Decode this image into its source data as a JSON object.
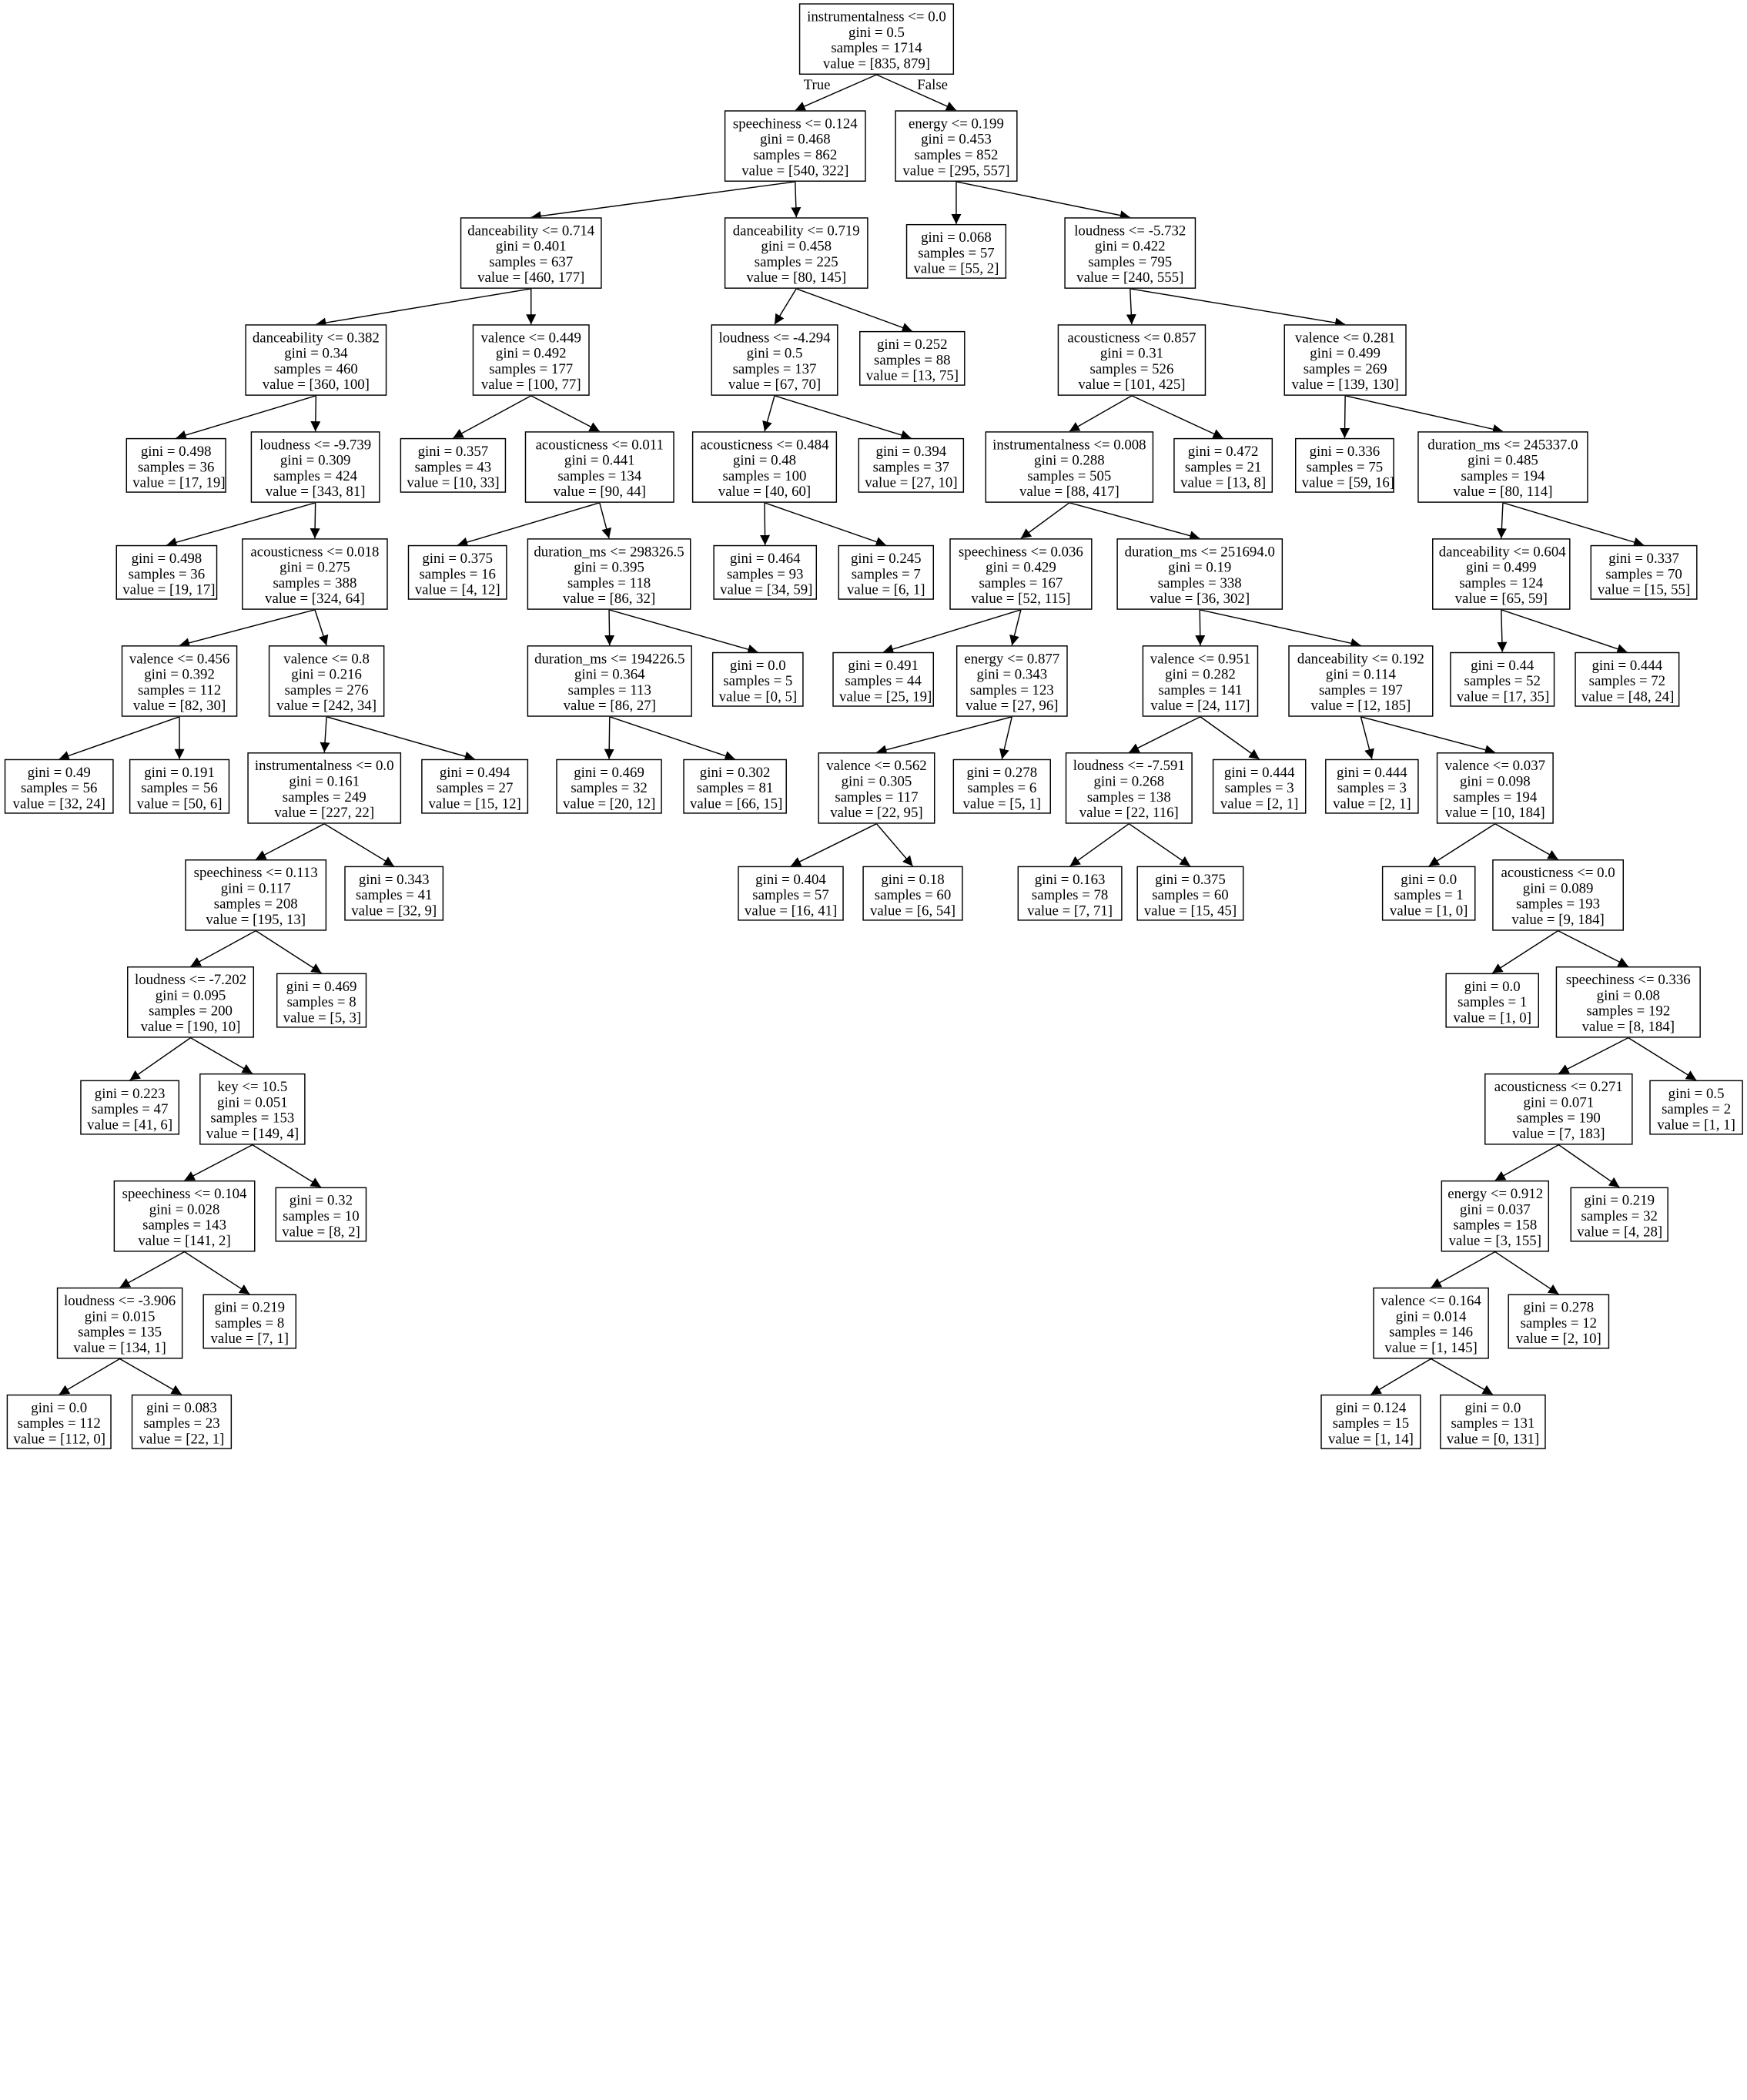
{
  "edge_labels": {
    "true": "True",
    "false": "False"
  },
  "nodes": [
    {
      "id": "n0",
      "condition": "instrumentalness <= 0.0",
      "gini": "gini = 0.5",
      "samples": "samples = 1714",
      "value": "value = [835, 879]"
    },
    {
      "id": "n1",
      "condition": "speechiness <= 0.124",
      "gini": "gini = 0.468",
      "samples": "samples = 862",
      "value": "value = [540, 322]"
    },
    {
      "id": "n2",
      "condition": "energy <= 0.199",
      "gini": "gini = 0.453",
      "samples": "samples = 852",
      "value": "value = [295, 557]"
    },
    {
      "id": "n3",
      "condition": "danceability <= 0.714",
      "gini": "gini = 0.401",
      "samples": "samples = 637",
      "value": "value = [460, 177]"
    },
    {
      "id": "n4",
      "condition": "danceability <= 0.719",
      "gini": "gini = 0.458",
      "samples": "samples = 225",
      "value": "value = [80, 145]"
    },
    {
      "id": "n5",
      "condition": "",
      "gini": "gini = 0.068",
      "samples": "samples = 57",
      "value": "value = [55, 2]"
    },
    {
      "id": "n6",
      "condition": "loudness <= -5.732",
      "gini": "gini = 0.422",
      "samples": "samples = 795",
      "value": "value = [240, 555]"
    },
    {
      "id": "n7",
      "condition": "danceability <= 0.382",
      "gini": "gini = 0.34",
      "samples": "samples = 460",
      "value": "value = [360, 100]"
    },
    {
      "id": "n8",
      "condition": "valence <= 0.449",
      "gini": "gini = 0.492",
      "samples": "samples = 177",
      "value": "value = [100, 77]"
    },
    {
      "id": "n9",
      "condition": "loudness <= -4.294",
      "gini": "gini = 0.5",
      "samples": "samples = 137",
      "value": "value = [67, 70]"
    },
    {
      "id": "n10",
      "condition": "",
      "gini": "gini = 0.252",
      "samples": "samples = 88",
      "value": "value = [13, 75]"
    },
    {
      "id": "n11",
      "condition": "acousticness <= 0.857",
      "gini": "gini = 0.31",
      "samples": "samples = 526",
      "value": "value = [101, 425]"
    },
    {
      "id": "n12",
      "condition": "valence <= 0.281",
      "gini": "gini = 0.499",
      "samples": "samples = 269",
      "value": "value = [139, 130]"
    },
    {
      "id": "n13",
      "condition": "",
      "gini": "gini = 0.498",
      "samples": "samples = 36",
      "value": "value = [17, 19]"
    },
    {
      "id": "n14",
      "condition": "loudness <= -9.739",
      "gini": "gini = 0.309",
      "samples": "samples = 424",
      "value": "value = [343, 81]"
    },
    {
      "id": "n15",
      "condition": "",
      "gini": "gini = 0.357",
      "samples": "samples = 43",
      "value": "value = [10, 33]"
    },
    {
      "id": "n16",
      "condition": "acousticness <= 0.011",
      "gini": "gini = 0.441",
      "samples": "samples = 134",
      "value": "value = [90, 44]"
    },
    {
      "id": "n17",
      "condition": "acousticness <= 0.484",
      "gini": "gini = 0.48",
      "samples": "samples = 100",
      "value": "value = [40, 60]"
    },
    {
      "id": "n18",
      "condition": "",
      "gini": "gini = 0.394",
      "samples": "samples = 37",
      "value": "value = [27, 10]"
    },
    {
      "id": "n19",
      "condition": "instrumentalness <= 0.008",
      "gini": "gini = 0.288",
      "samples": "samples = 505",
      "value": "value = [88, 417]"
    },
    {
      "id": "n20",
      "condition": "",
      "gini": "gini = 0.472",
      "samples": "samples = 21",
      "value": "value = [13, 8]"
    },
    {
      "id": "n21",
      "condition": "",
      "gini": "gini = 0.336",
      "samples": "samples = 75",
      "value": "value = [59, 16]"
    },
    {
      "id": "n22",
      "condition": "duration_ms <= 245337.0",
      "gini": "gini = 0.485",
      "samples": "samples = 194",
      "value": "value = [80, 114]"
    },
    {
      "id": "n23",
      "condition": "",
      "gini": "gini = 0.498",
      "samples": "samples = 36",
      "value": "value = [19, 17]"
    },
    {
      "id": "n24",
      "condition": "acousticness <= 0.018",
      "gini": "gini = 0.275",
      "samples": "samples = 388",
      "value": "value = [324, 64]"
    },
    {
      "id": "n25",
      "condition": "",
      "gini": "gini = 0.375",
      "samples": "samples = 16",
      "value": "value = [4, 12]"
    },
    {
      "id": "n26",
      "condition": "duration_ms <= 298326.5",
      "gini": "gini = 0.395",
      "samples": "samples = 118",
      "value": "value = [86, 32]"
    },
    {
      "id": "n27",
      "condition": "",
      "gini": "gini = 0.464",
      "samples": "samples = 93",
      "value": "value = [34, 59]"
    },
    {
      "id": "n28",
      "condition": "",
      "gini": "gini = 0.245",
      "samples": "samples = 7",
      "value": "value = [6, 1]"
    },
    {
      "id": "n29",
      "condition": "speechiness <= 0.036",
      "gini": "gini = 0.429",
      "samples": "samples = 167",
      "value": "value = [52, 115]"
    },
    {
      "id": "n30",
      "condition": "duration_ms <= 251694.0",
      "gini": "gini = 0.19",
      "samples": "samples = 338",
      "value": "value = [36, 302]"
    },
    {
      "id": "n31",
      "condition": "danceability <= 0.604",
      "gini": "gini = 0.499",
      "samples": "samples = 124",
      "value": "value = [65, 59]"
    },
    {
      "id": "n32",
      "condition": "",
      "gini": "gini = 0.337",
      "samples": "samples = 70",
      "value": "value = [15, 55]"
    },
    {
      "id": "n33",
      "condition": "valence <= 0.456",
      "gini": "gini = 0.392",
      "samples": "samples = 112",
      "value": "value = [82, 30]"
    },
    {
      "id": "n34",
      "condition": "valence <= 0.8",
      "gini": "gini = 0.216",
      "samples": "samples = 276",
      "value": "value = [242, 34]"
    },
    {
      "id": "n35",
      "condition": "duration_ms <= 194226.5",
      "gini": "gini = 0.364",
      "samples": "samples = 113",
      "value": "value = [86, 27]"
    },
    {
      "id": "n36",
      "condition": "",
      "gini": "gini = 0.0",
      "samples": "samples = 5",
      "value": "value = [0, 5]"
    },
    {
      "id": "n37",
      "condition": "",
      "gini": "gini = 0.491",
      "samples": "samples = 44",
      "value": "value = [25, 19]"
    },
    {
      "id": "n38",
      "condition": "energy <= 0.877",
      "gini": "gini = 0.343",
      "samples": "samples = 123",
      "value": "value = [27, 96]"
    },
    {
      "id": "n39",
      "condition": "valence <= 0.951",
      "gini": "gini = 0.282",
      "samples": "samples = 141",
      "value": "value = [24, 117]"
    },
    {
      "id": "n40",
      "condition": "danceability <= 0.192",
      "gini": "gini = 0.114",
      "samples": "samples = 197",
      "value": "value = [12, 185]"
    },
    {
      "id": "n41",
      "condition": "",
      "gini": "gini = 0.44",
      "samples": "samples = 52",
      "value": "value = [17, 35]"
    },
    {
      "id": "n42",
      "condition": "",
      "gini": "gini = 0.444",
      "samples": "samples = 72",
      "value": "value = [48, 24]"
    },
    {
      "id": "n43",
      "condition": "",
      "gini": "gini = 0.49",
      "samples": "samples = 56",
      "value": "value = [32, 24]"
    },
    {
      "id": "n44",
      "condition": "",
      "gini": "gini = 0.191",
      "samples": "samples = 56",
      "value": "value = [50, 6]"
    },
    {
      "id": "n45",
      "condition": "instrumentalness <= 0.0",
      "gini": "gini = 0.161",
      "samples": "samples = 249",
      "value": "value = [227, 22]"
    },
    {
      "id": "n46",
      "condition": "",
      "gini": "gini = 0.494",
      "samples": "samples = 27",
      "value": "value = [15, 12]"
    },
    {
      "id": "n47",
      "condition": "",
      "gini": "gini = 0.469",
      "samples": "samples = 32",
      "value": "value = [20, 12]"
    },
    {
      "id": "n48",
      "condition": "",
      "gini": "gini = 0.302",
      "samples": "samples = 81",
      "value": "value = [66, 15]"
    },
    {
      "id": "n49",
      "condition": "valence <= 0.562",
      "gini": "gini = 0.305",
      "samples": "samples = 117",
      "value": "value = [22, 95]"
    },
    {
      "id": "n50",
      "condition": "",
      "gini": "gini = 0.278",
      "samples": "samples = 6",
      "value": "value = [5, 1]"
    },
    {
      "id": "n51",
      "condition": "loudness <= -7.591",
      "gini": "gini = 0.268",
      "samples": "samples = 138",
      "value": "value = [22, 116]"
    },
    {
      "id": "n52",
      "condition": "",
      "gini": "gini = 0.444",
      "samples": "samples = 3",
      "value": "value = [2, 1]"
    },
    {
      "id": "n53",
      "condition": "",
      "gini": "gini = 0.444",
      "samples": "samples = 3",
      "value": "value = [2, 1]"
    },
    {
      "id": "n54",
      "condition": "valence <= 0.037",
      "gini": "gini = 0.098",
      "samples": "samples = 194",
      "value": "value = [10, 184]"
    },
    {
      "id": "n55",
      "condition": "speechiness <= 0.113",
      "gini": "gini = 0.117",
      "samples": "samples = 208",
      "value": "value = [195, 13]"
    },
    {
      "id": "n56",
      "condition": "",
      "gini": "gini = 0.343",
      "samples": "samples = 41",
      "value": "value = [32, 9]"
    },
    {
      "id": "n57",
      "condition": "",
      "gini": "gini = 0.404",
      "samples": "samples = 57",
      "value": "value = [16, 41]"
    },
    {
      "id": "n58",
      "condition": "",
      "gini": "gini = 0.18",
      "samples": "samples = 60",
      "value": "value = [6, 54]"
    },
    {
      "id": "n59",
      "condition": "",
      "gini": "gini = 0.163",
      "samples": "samples = 78",
      "value": "value = [7, 71]"
    },
    {
      "id": "n60",
      "condition": "",
      "gini": "gini = 0.375",
      "samples": "samples = 60",
      "value": "value = [15, 45]"
    },
    {
      "id": "n61",
      "condition": "",
      "gini": "gini = 0.0",
      "samples": "samples = 1",
      "value": "value = [1, 0]"
    },
    {
      "id": "n62",
      "condition": "acousticness <= 0.0",
      "gini": "gini = 0.089",
      "samples": "samples = 193",
      "value": "value = [9, 184]"
    },
    {
      "id": "n63",
      "condition": "loudness <= -7.202",
      "gini": "gini = 0.095",
      "samples": "samples = 200",
      "value": "value = [190, 10]"
    },
    {
      "id": "n64",
      "condition": "",
      "gini": "gini = 0.469",
      "samples": "samples = 8",
      "value": "value = [5, 3]"
    },
    {
      "id": "n65",
      "condition": "",
      "gini": "gini = 0.0",
      "samples": "samples = 1",
      "value": "value = [1, 0]"
    },
    {
      "id": "n66",
      "condition": "speechiness <= 0.336",
      "gini": "gini = 0.08",
      "samples": "samples = 192",
      "value": "value = [8, 184]"
    },
    {
      "id": "n67",
      "condition": "",
      "gini": "gini = 0.223",
      "samples": "samples = 47",
      "value": "value = [41, 6]"
    },
    {
      "id": "n68",
      "condition": "key <= 10.5",
      "gini": "gini = 0.051",
      "samples": "samples = 153",
      "value": "value = [149, 4]"
    },
    {
      "id": "n69",
      "condition": "acousticness <= 0.271",
      "gini": "gini = 0.071",
      "samples": "samples = 190",
      "value": "value = [7, 183]"
    },
    {
      "id": "n70",
      "condition": "",
      "gini": "gini = 0.5",
      "samples": "samples = 2",
      "value": "value = [1, 1]"
    },
    {
      "id": "n71",
      "condition": "speechiness <= 0.104",
      "gini": "gini = 0.028",
      "samples": "samples = 143",
      "value": "value = [141, 2]"
    },
    {
      "id": "n72",
      "condition": "",
      "gini": "gini = 0.32",
      "samples": "samples = 10",
      "value": "value = [8, 2]"
    },
    {
      "id": "n73",
      "condition": "energy <= 0.912",
      "gini": "gini = 0.037",
      "samples": "samples = 158",
      "value": "value = [3, 155]"
    },
    {
      "id": "n74",
      "condition": "",
      "gini": "gini = 0.219",
      "samples": "samples = 32",
      "value": "value = [4, 28]"
    },
    {
      "id": "n75",
      "condition": "loudness <= -3.906",
      "gini": "gini = 0.015",
      "samples": "samples = 135",
      "value": "value = [134, 1]"
    },
    {
      "id": "n76",
      "condition": "",
      "gini": "gini = 0.219",
      "samples": "samples = 8",
      "value": "value = [7, 1]"
    },
    {
      "id": "n77",
      "condition": "valence <= 0.164",
      "gini": "gini = 0.014",
      "samples": "samples = 146",
      "value": "value = [1, 145]"
    },
    {
      "id": "n78",
      "condition": "",
      "gini": "gini = 0.278",
      "samples": "samples = 12",
      "value": "value = [2, 10]"
    },
    {
      "id": "n79",
      "condition": "",
      "gini": "gini = 0.0",
      "samples": "samples = 112",
      "value": "value = [112, 0]"
    },
    {
      "id": "n80",
      "condition": "",
      "gini": "gini = 0.083",
      "samples": "samples = 23",
      "value": "value = [22, 1]"
    },
    {
      "id": "n81",
      "condition": "",
      "gini": "gini = 0.124",
      "samples": "samples = 15",
      "value": "value = [1, 14]"
    },
    {
      "id": "n82",
      "condition": "",
      "gini": "gini = 0.0",
      "samples": "samples = 131",
      "value": "value = [0, 131]"
    }
  ],
  "edges": [
    [
      "n0",
      "n1"
    ],
    [
      "n0",
      "n2"
    ],
    [
      "n1",
      "n3"
    ],
    [
      "n1",
      "n4"
    ],
    [
      "n2",
      "n5"
    ],
    [
      "n2",
      "n6"
    ],
    [
      "n3",
      "n7"
    ],
    [
      "n3",
      "n8"
    ],
    [
      "n4",
      "n9"
    ],
    [
      "n4",
      "n10"
    ],
    [
      "n6",
      "n11"
    ],
    [
      "n6",
      "n12"
    ],
    [
      "n7",
      "n13"
    ],
    [
      "n7",
      "n14"
    ],
    [
      "n8",
      "n15"
    ],
    [
      "n8",
      "n16"
    ],
    [
      "n9",
      "n17"
    ],
    [
      "n9",
      "n18"
    ],
    [
      "n11",
      "n19"
    ],
    [
      "n11",
      "n20"
    ],
    [
      "n12",
      "n21"
    ],
    [
      "n12",
      "n22"
    ],
    [
      "n14",
      "n23"
    ],
    [
      "n14",
      "n24"
    ],
    [
      "n16",
      "n25"
    ],
    [
      "n16",
      "n26"
    ],
    [
      "n17",
      "n27"
    ],
    [
      "n17",
      "n28"
    ],
    [
      "n19",
      "n29"
    ],
    [
      "n19",
      "n30"
    ],
    [
      "n22",
      "n31"
    ],
    [
      "n22",
      "n32"
    ],
    [
      "n24",
      "n33"
    ],
    [
      "n24",
      "n34"
    ],
    [
      "n26",
      "n35"
    ],
    [
      "n26",
      "n36"
    ],
    [
      "n29",
      "n37"
    ],
    [
      "n29",
      "n38"
    ],
    [
      "n30",
      "n39"
    ],
    [
      "n30",
      "n40"
    ],
    [
      "n31",
      "n41"
    ],
    [
      "n31",
      "n42"
    ],
    [
      "n33",
      "n43"
    ],
    [
      "n33",
      "n44"
    ],
    [
      "n34",
      "n45"
    ],
    [
      "n34",
      "n46"
    ],
    [
      "n35",
      "n47"
    ],
    [
      "n35",
      "n48"
    ],
    [
      "n38",
      "n49"
    ],
    [
      "n38",
      "n50"
    ],
    [
      "n39",
      "n51"
    ],
    [
      "n39",
      "n52"
    ],
    [
      "n40",
      "n53"
    ],
    [
      "n40",
      "n54"
    ],
    [
      "n45",
      "n55"
    ],
    [
      "n45",
      "n56"
    ],
    [
      "n49",
      "n57"
    ],
    [
      "n49",
      "n58"
    ],
    [
      "n51",
      "n59"
    ],
    [
      "n51",
      "n60"
    ],
    [
      "n54",
      "n61"
    ],
    [
      "n54",
      "n62"
    ],
    [
      "n55",
      "n63"
    ],
    [
      "n55",
      "n64"
    ],
    [
      "n62",
      "n65"
    ],
    [
      "n62",
      "n66"
    ],
    [
      "n63",
      "n67"
    ],
    [
      "n63",
      "n68"
    ],
    [
      "n66",
      "n69"
    ],
    [
      "n66",
      "n70"
    ],
    [
      "n68",
      "n71"
    ],
    [
      "n68",
      "n72"
    ],
    [
      "n69",
      "n73"
    ],
    [
      "n69",
      "n74"
    ],
    [
      "n71",
      "n75"
    ],
    [
      "n71",
      "n76"
    ],
    [
      "n73",
      "n77"
    ],
    [
      "n73",
      "n78"
    ],
    [
      "n75",
      "n79"
    ],
    [
      "n75",
      "n80"
    ],
    [
      "n77",
      "n81"
    ],
    [
      "n77",
      "n82"
    ]
  ]
}
